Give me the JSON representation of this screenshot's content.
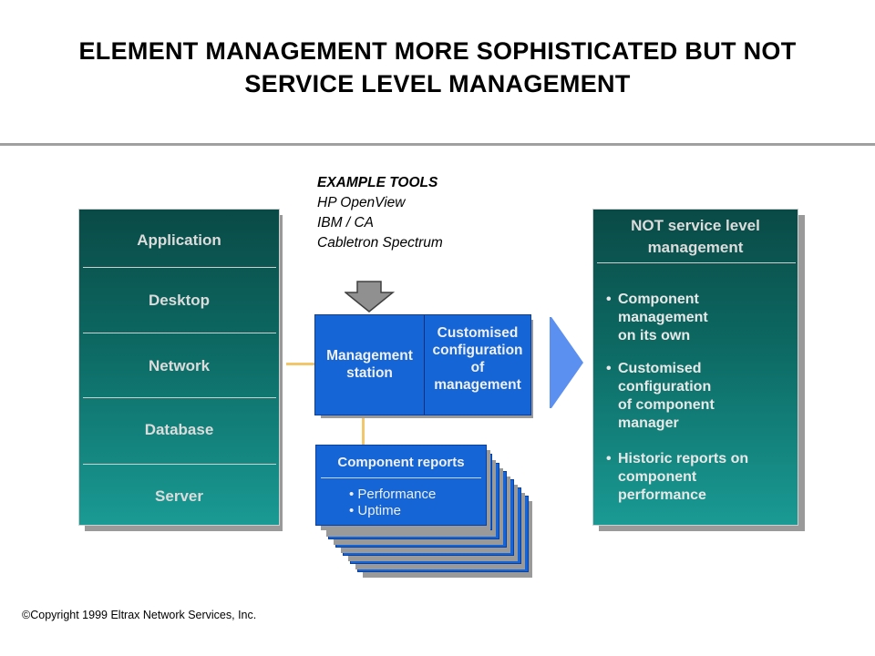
{
  "title": {
    "line1": "ELEMENT MANAGEMENT MORE SOPHISTICATED BUT NOT",
    "line2": "SERVICE LEVEL MANAGEMENT"
  },
  "example_tools": {
    "heading": "EXAMPLE TOOLS",
    "items": [
      "HP OpenView",
      "IBM / CA",
      "Cabletron Spectrum"
    ]
  },
  "layers": [
    "Application",
    "Desktop",
    "Network",
    "Database",
    "Server"
  ],
  "management": {
    "left_line1": "Management",
    "left_line2": "station",
    "right_lines": [
      "Customised",
      "configuration",
      "of",
      "management"
    ]
  },
  "component_reports": {
    "title": "Component reports",
    "items": [
      "Performance",
      "Uptime"
    ]
  },
  "right_panel": {
    "heading_line1": "NOT service level",
    "heading_line2": "management",
    "bullets": [
      [
        "Component",
        "management",
        "on its own"
      ],
      [
        "Customised",
        "configuration",
        "of component",
        "manager"
      ],
      [
        "Historic reports on",
        "component",
        "performance"
      ]
    ]
  },
  "colors": {
    "teal_dark": "#0a4a46",
    "teal_light": "#1a9a94",
    "blue": "#1565d6",
    "connector": "#f2c66a",
    "chevron": "#5b8ff0",
    "arrow_gray": "#909090"
  },
  "copyright": "©Copyright 1999 Eltrax Network Services, Inc."
}
